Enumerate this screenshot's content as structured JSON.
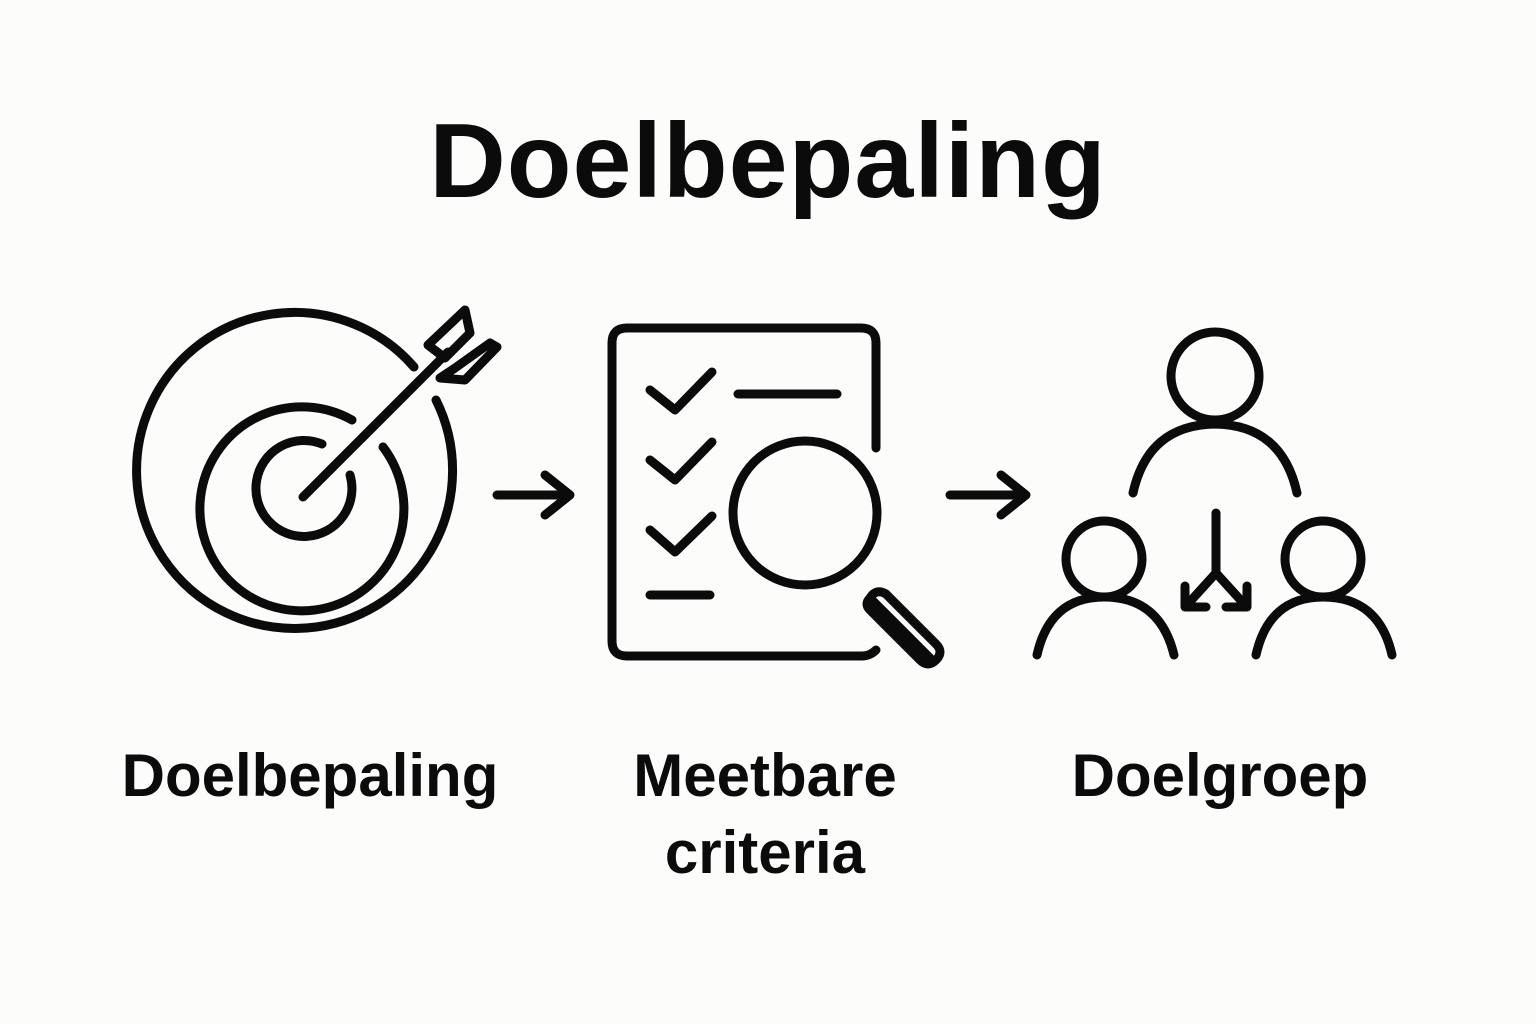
{
  "title": "Doelbepaling",
  "steps": [
    {
      "label": "Doelbepaling",
      "icon": "target-arrow-icon"
    },
    {
      "label": "Meetbare\ncriteria",
      "icon": "checklist-magnifier-icon"
    },
    {
      "label": "Doelgroep",
      "icon": "people-group-icon"
    }
  ],
  "connectors": [
    "arrow-right-icon",
    "arrow-right-icon"
  ],
  "colors": {
    "stroke": "#0b0b0b",
    "background": "#fcfcfa"
  }
}
